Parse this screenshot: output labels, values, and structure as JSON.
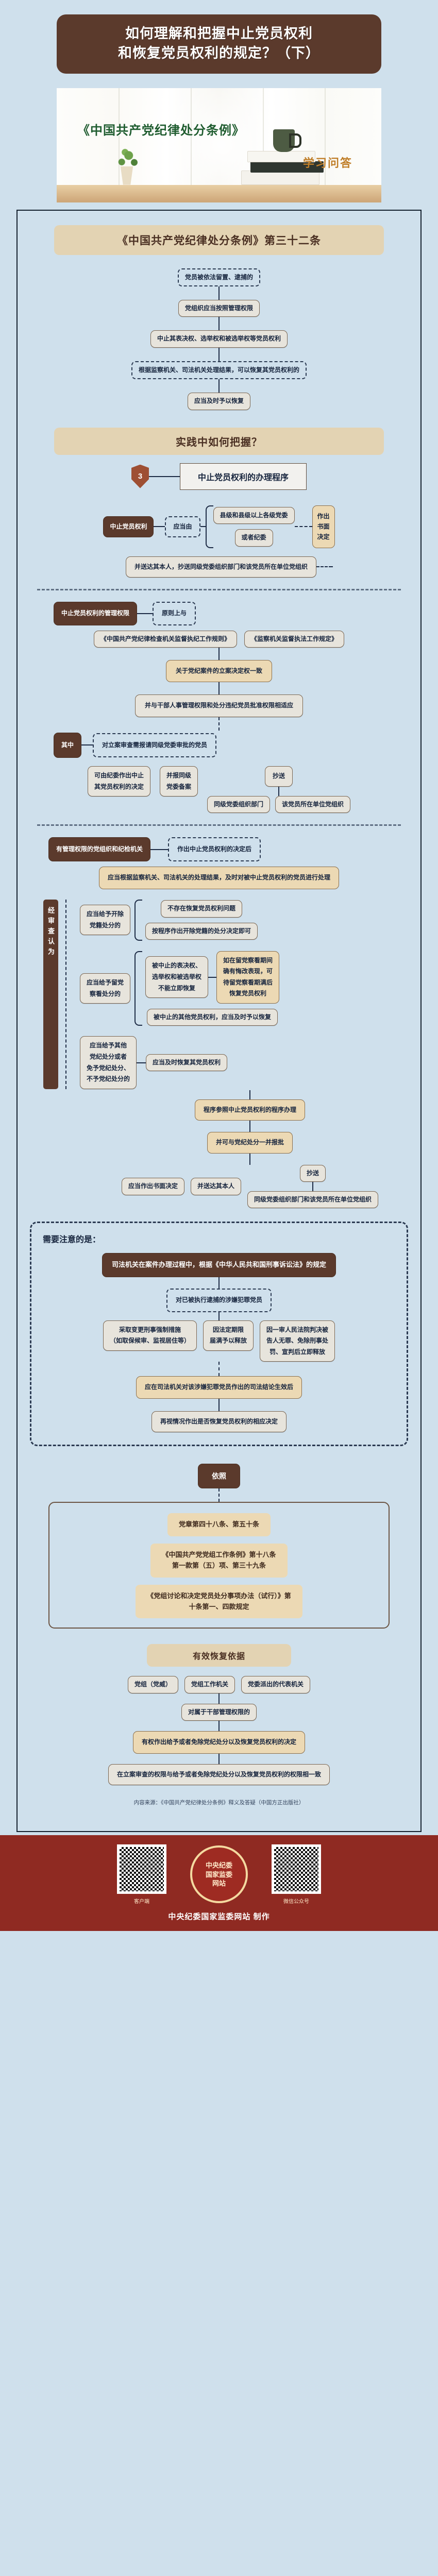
{
  "header": {
    "title_line1": "如何理解和把握中止党员权利",
    "title_line2": "和恢复党员权利的规定？（下）"
  },
  "hero": {
    "book_title": "《中国共产党纪律处分条例》",
    "subtitle": "学习问答"
  },
  "section_article": {
    "band": "《中国共产党纪律处分条例》第三十二条",
    "steps": [
      "党员被依法留置、逮捕的",
      "党组织应当按照管理权限",
      "中止其表决权、选举权和被选举权等党员权利",
      "根据监察机关、司法机关处理结果，可以恢复其党员权利的",
      "应当及时予以恢复"
    ]
  },
  "section_practice": {
    "band": "实践中如何把握？"
  },
  "section_procedure": {
    "badge": "3",
    "heading": "中止党员权利的办理程序",
    "anchor": "中止党员权利",
    "connector": "应当由",
    "branch_a": "县级和县级以上各级党委",
    "branch_b": "或者纪委",
    "result": "作出\n书面\n决定",
    "result_lines": [
      "作出",
      "书面",
      "决定"
    ],
    "delivery": "并送达其本人，抄送同级党委组织部门和该党员所在单位党组织"
  },
  "section_authority": {
    "anchor": "中止党员权利的管理权限",
    "connector": "原则上与",
    "refs": [
      "《中国共产党纪律检查机关监督执纪工作规则》",
      "《监察机关监督执法工作规定》"
    ],
    "consistent": "关于党纪案件的立案决定权一致",
    "adapt": "并与干部人事管理权限和处分违纪党员批准权限相适应",
    "among": "其中",
    "among_case": "对立案审查需报请同级党委审批的党员",
    "among_results": [
      "可由纪委作出中止\n其党员权利的决定",
      "并报同级\n党委备案",
      "抄送"
    ],
    "among_results_lines": [
      [
        "可由纪委作出中止",
        "其党员权利的决定"
      ],
      [
        "并报同级",
        "党委备案"
      ],
      [
        "抄送"
      ]
    ],
    "cc_targets": [
      "同级党委组织部门",
      "该党员所在单位党组织"
    ]
  },
  "section_restore": {
    "anchor": "有管理权限的党组织和纪检机关",
    "connector": "作出中止党员权利的决定后",
    "duty": "应当根据监察机关、司法机关的处理结果，及时对被中止党员权利的党员进行处理",
    "vertical_label": "经审查认为",
    "cases": [
      {
        "case": "应当给予开除\n党籍处分的",
        "case_lines": [
          "应当给予开除",
          "党籍处分的"
        ],
        "outcomes": [
          "不存在恢复党员权利问题",
          "按程序作出开除党籍的处分决定即可"
        ]
      },
      {
        "case": "应当给予留党\n察看处分的",
        "case_lines": [
          "应当给予留党",
          "察看处分的"
        ],
        "outcomes": [
          "被中止的表决权、\n选举权和被选举权\n不能立即恢复",
          "被中止的其他党员权利，应当及时予以恢复"
        ],
        "outcome_lines": [
          [
            "被中止的表决权、",
            "选举权和被选举权",
            "不能立即恢复"
          ],
          [
            "被中止的其他党员权利，应当及时予以恢复"
          ]
        ],
        "note_lines": [
          "如在留党察看期间",
          "确有悔改表现，可",
          "待留党察看期满后",
          "恢复党员权利"
        ]
      },
      {
        "case": "应当给予其他\n党纪处分或者\n免予党纪处分、\n不予党纪处分的",
        "case_lines": [
          "应当给予其他",
          "党纪处分或者",
          "免予党纪处分、",
          "不予党纪处分的"
        ],
        "outcomes": [
          "应当及时恢复其党员权利"
        ]
      }
    ],
    "procedure": "程序参照中止党员权利的程序办理",
    "together": "并可与党纪处分一并报批",
    "final_steps": [
      "应当作出书面决定",
      "并送达其本人",
      "抄送"
    ],
    "final_cc": "同级党委组织部门和该党员所在单位党组织"
  },
  "section_notice": {
    "title": "需要注意的是：",
    "top": "司法机关在案件办理过程中，根据《中华人民共和国刑事诉讼法》的规定",
    "target": "对已被执行逮捕的涉嫌犯罪党员",
    "branches": [
      "采取变更刑事强制措施\n（如取保候审、监视居住等）",
      "因法定期限\n届满予以释放",
      "因一审人民法院判决被\n告人无罪、免除刑事处\n罚、宣判后立即释放"
    ],
    "branch_lines": [
      [
        "采取变更刑事强制措施",
        "（如取保候审、监视居住等）"
      ],
      [
        "因法定期限",
        "届满予以释放"
      ],
      [
        "因一审人民法院判决被",
        "告人无罪、免除刑事处",
        "罚、宣判后立即释放"
      ]
    ],
    "effect": "应在司法机关对该涉嫌犯罪党员作出的司法结论生效后",
    "decision": "再视情况作出是否恢复党员权利的相应决定"
  },
  "section_basis": {
    "anchor": "依照",
    "items": [
      "党章第四十八条、第五十条",
      "《中国共产党党组工作条例》第十八条\n第一款第（五）项、第三十九条",
      "《党组讨论和决定党员处分事项办法（试行）》第\n十条第一、四款规定"
    ],
    "item_lines": [
      [
        "党章第四十八条、第五十条"
      ],
      [
        "《中国共产党党组工作条例》第十八条",
        "第一款第（五）项、第三十九条"
      ],
      [
        "《党组讨论和决定党员处分事项办法（试行）》第",
        "十条第一、四款规定"
      ]
    ]
  },
  "section_rights": {
    "band": "有效恢复依据",
    "nodes": [
      "党组（党威）",
      "党组工作机关",
      "党委派出的代表机关"
    ],
    "mid": "对属于干部管理权限的",
    "main": "有权作出给予或者免除党纪处分以及恢复党员权利的决定",
    "tail": "在立案审查的权限与给予或者免除党纪处分以及恢复党员权利的权限相一致"
  },
  "source": {
    "line1": "内容来源：《中国共产党纪律处分条例》释义及答疑（中国方正出版社）",
    "line2": ""
  },
  "footer": {
    "left_caption": "客户端",
    "right_caption": "微信公众号",
    "emblem_lines": [
      "中央纪委",
      "国家监委",
      "网站"
    ],
    "brand": "中央纪委国家监委网站 制作"
  },
  "colors": {
    "page_bg": "#cfe0ec",
    "brown": "#5b3a2c",
    "tan": "#e3d3b3",
    "accent_red": "#8f2a22",
    "line": "#1d2b45"
  }
}
